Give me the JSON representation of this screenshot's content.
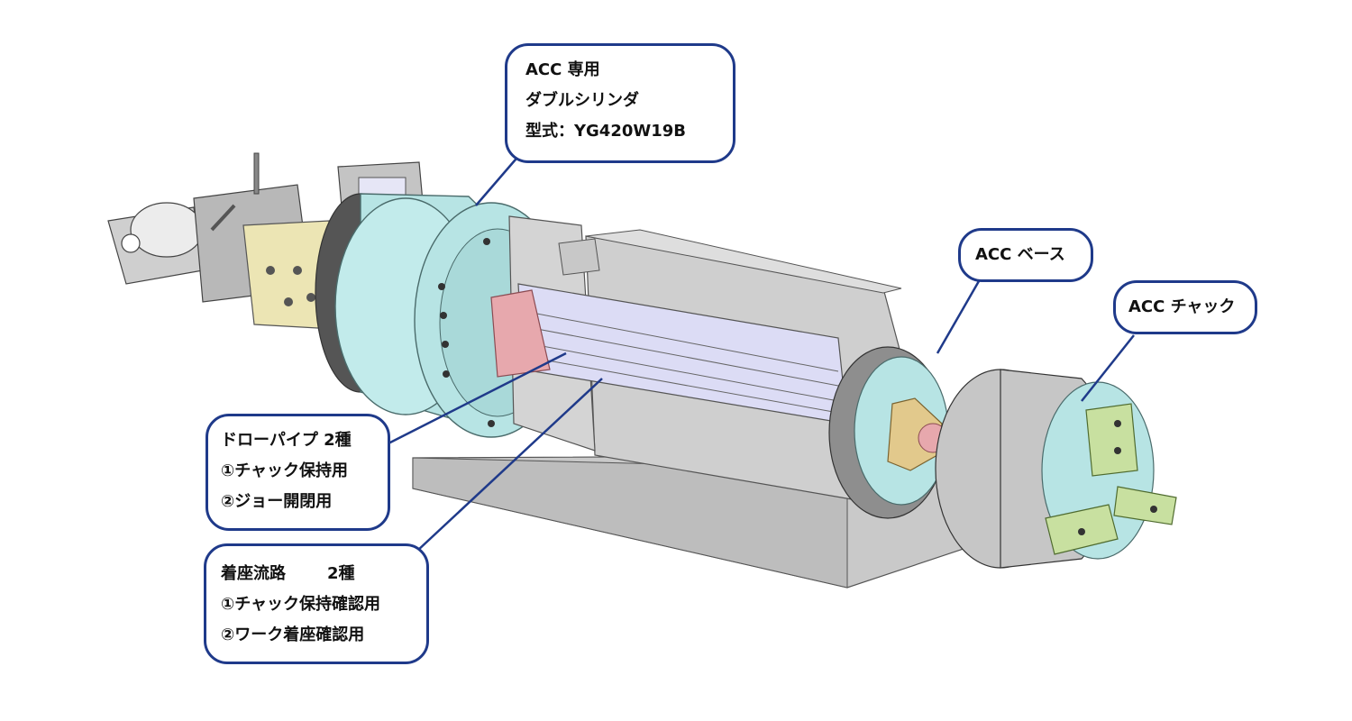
{
  "callouts": {
    "cylinder": {
      "line1": "ACC 専用",
      "line2": "ダブルシリンダ",
      "line3": "型式：YG420W19B"
    },
    "base": {
      "label": "ACC ベース"
    },
    "chuck": {
      "label": "ACC チャック"
    },
    "draw_pipe": {
      "title": "ドローパイプ 2種",
      "item1": "①チャック保持用",
      "item2": "②ジョー開閉用"
    },
    "seat_flow": {
      "title_a": "着座流路",
      "title_b": "2種",
      "item1": "①チャック保持確認用",
      "item2": "②ワーク着座確認用"
    }
  },
  "colors": {
    "callout_border": "#1f3a8a",
    "leader_line": "#1f3a8a",
    "cylinder_body": "#b7e4e4",
    "frame_gray": "#c9c9c9",
    "pipe_lavender": "#dcdcf5",
    "piston_pink": "#e7a8ad",
    "coupler_yellow": "#ece5b4",
    "jaw_green": "#c8e0a0",
    "gear_tan": "#e2c98c"
  }
}
